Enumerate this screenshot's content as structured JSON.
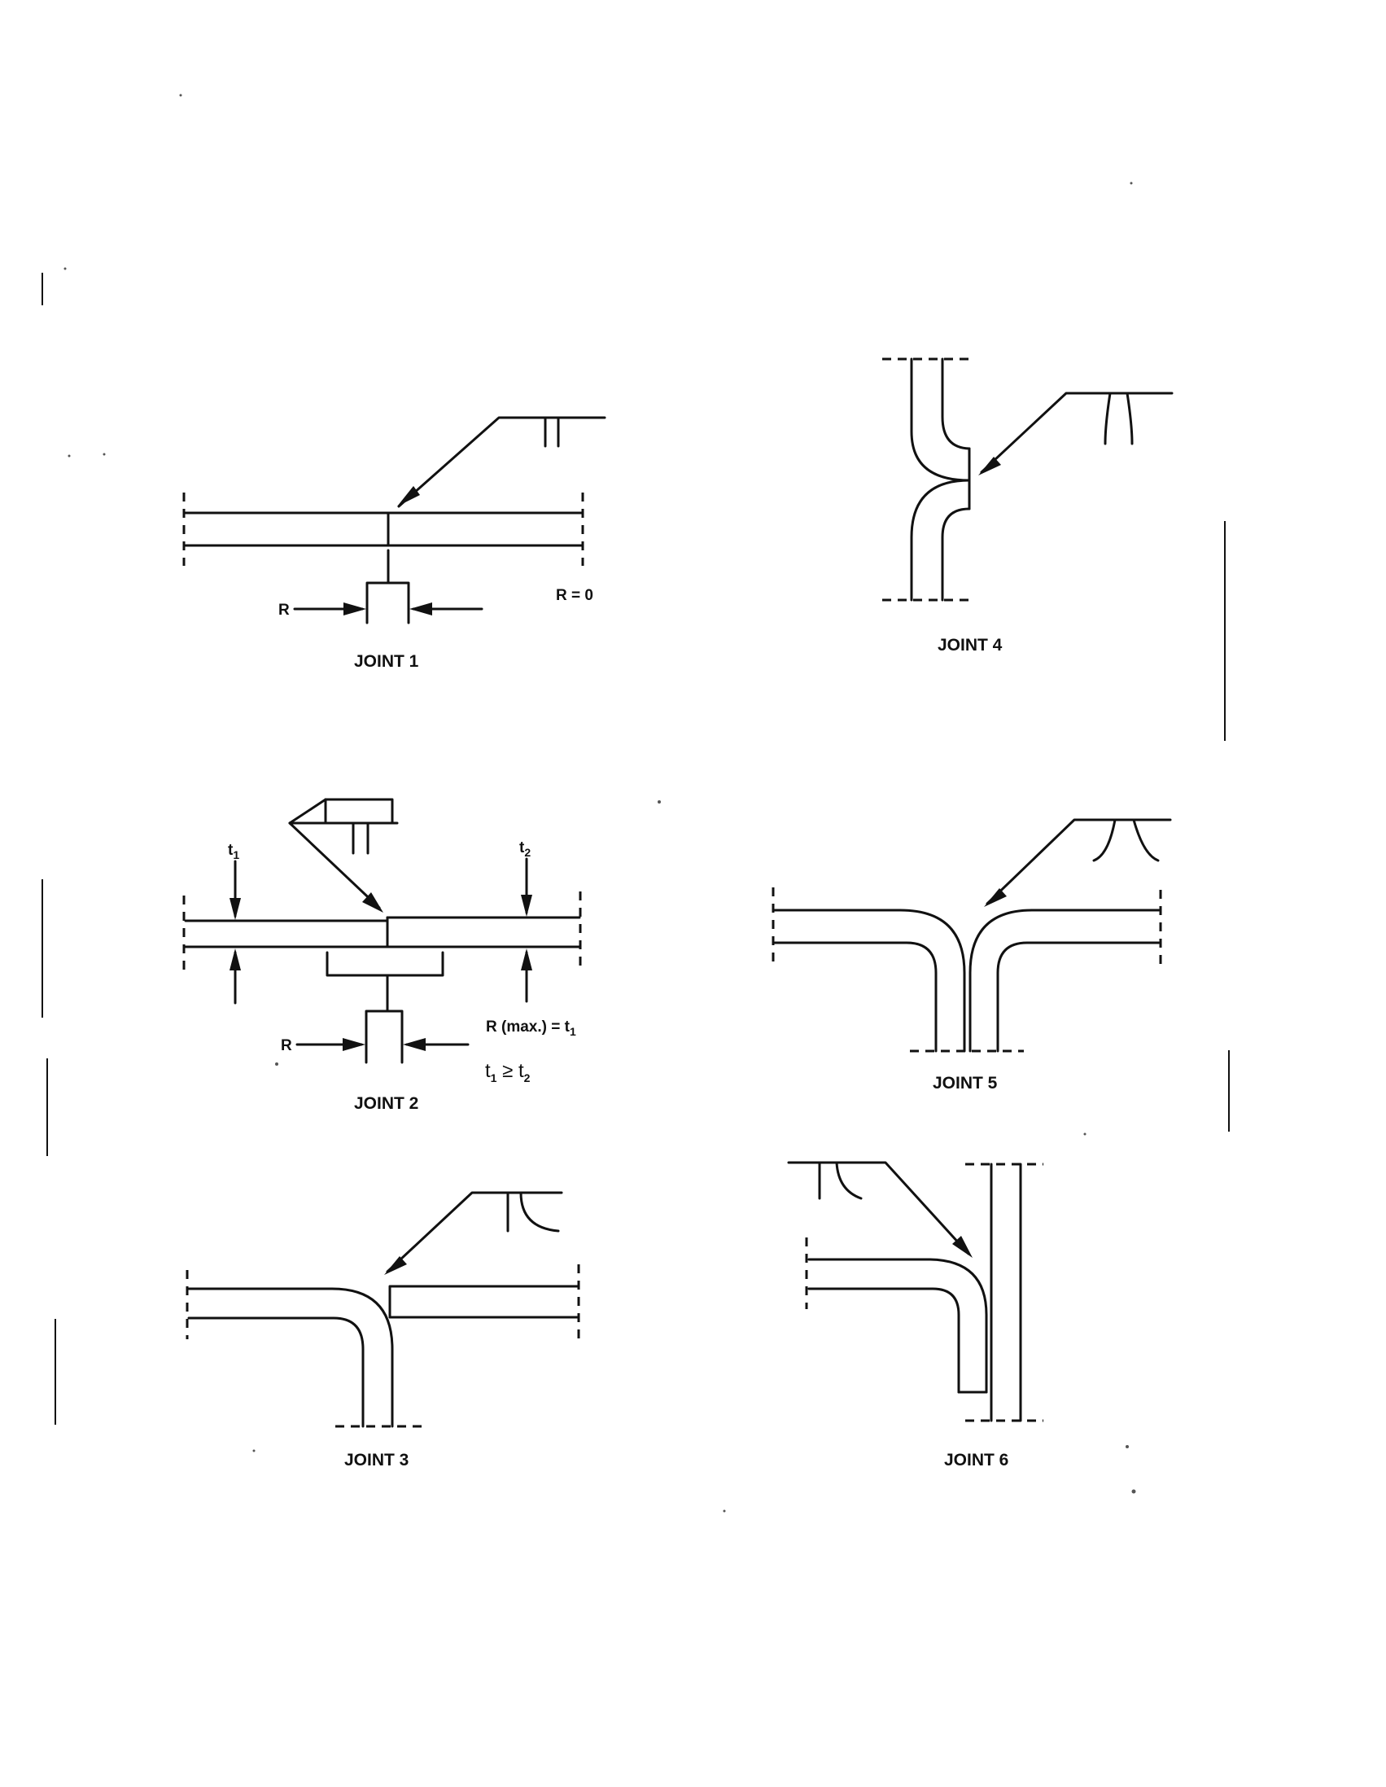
{
  "joints": [
    {
      "caption": "JOINT 1",
      "labels": {
        "r_left": "R",
        "r_right": "R = 0"
      }
    },
    {
      "caption": "JOINT 2",
      "labels": {
        "t1": "t",
        "t1_sub": "1",
        "t2": "t",
        "t2_sub": "2",
        "r_left": "R",
        "rmax": "R (max.)  =  t",
        "rmax_sub": "1",
        "cond_a": "t",
        "cond_a_sub": "1",
        "cond_op": " ≥ t",
        "cond_b_sub": "2"
      }
    },
    {
      "caption": "JOINT 3"
    },
    {
      "caption": "JOINT 4"
    },
    {
      "caption": "JOINT 5"
    },
    {
      "caption": "JOINT 6"
    }
  ],
  "colors": {
    "ink": "#111111",
    "paper": "#ffffff"
  }
}
